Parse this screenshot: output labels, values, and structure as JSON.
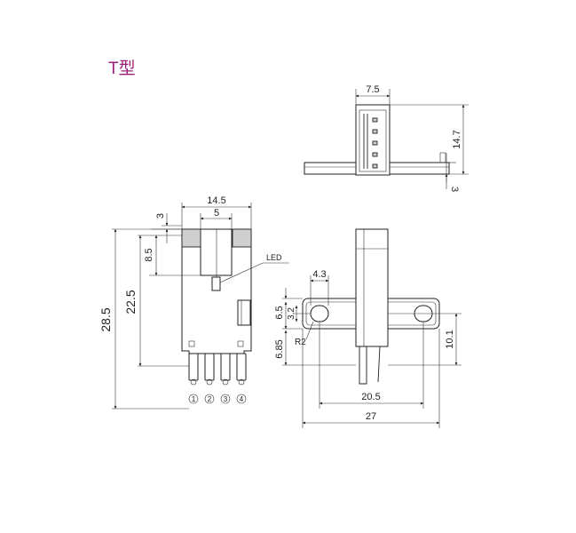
{
  "title": "T型",
  "top_view": {
    "dim_width": "7.5",
    "dim_height": "14.7",
    "dim_flange": "3"
  },
  "front_view": {
    "dim_total_width": "14.5",
    "dim_slot_width": "5",
    "dim_top_gap": "3",
    "dim_slot_depth": "8.5",
    "dim_optical_axis": "22.5",
    "dim_total_height": "28.5",
    "led_label": "LED",
    "pins": [
      "1",
      "2",
      "3",
      "4"
    ]
  },
  "side_view": {
    "dim_hole_width": "4.3",
    "dim_6_5": "6.5",
    "dim_3_2": "3.2",
    "dim_radius": "R2",
    "dim_6_85": "6.85",
    "dim_10_1": "10.1",
    "dim_hole_pitch": "20.5",
    "dim_total_length": "27"
  }
}
